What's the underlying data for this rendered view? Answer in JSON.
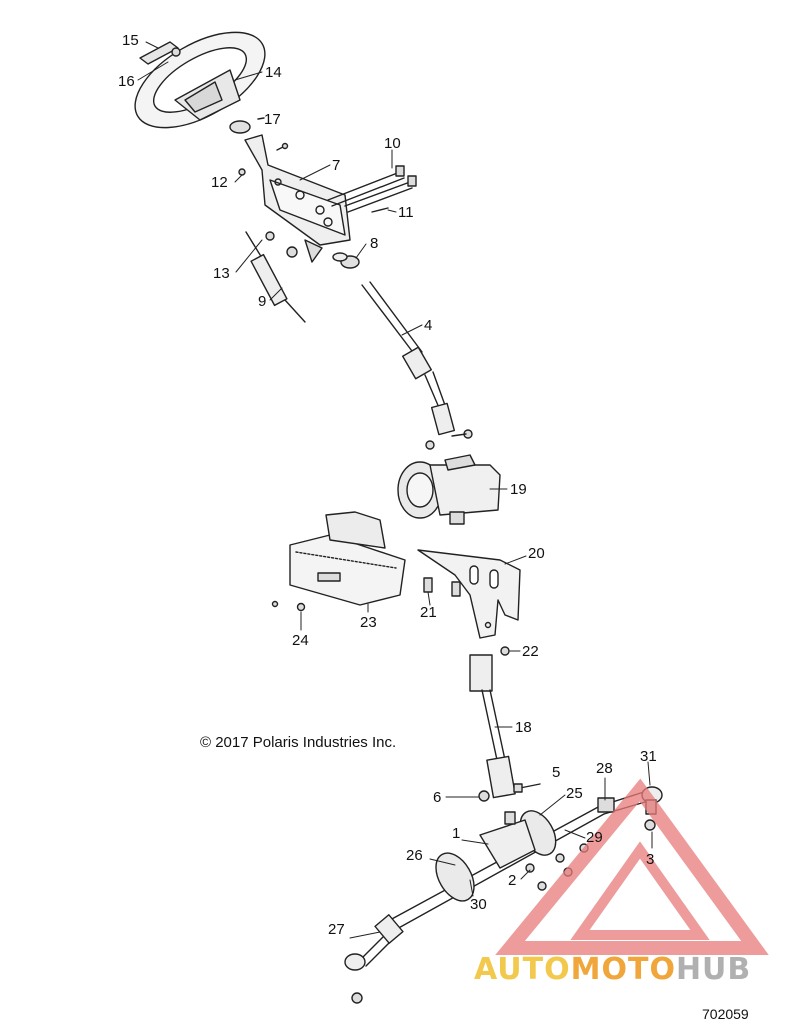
{
  "callouts": {
    "c1": "1",
    "c2": "2",
    "c3": "3",
    "c4": "4",
    "c5": "5",
    "c6": "6",
    "c7": "7",
    "c8": "8",
    "c9": "9",
    "c10": "10",
    "c11": "11",
    "c12": "12",
    "c13": "13",
    "c14": "14",
    "c15": "15",
    "c16": "16",
    "c17": "17",
    "c18": "18",
    "c19": "19",
    "c20": "20",
    "c21": "21",
    "c22": "22",
    "c23": "23",
    "c24": "24",
    "c25": "25",
    "c26": "26",
    "c27": "27",
    "c28": "28",
    "c29": "29",
    "c30": "30",
    "c31": "31"
  },
  "copyright": "© 2017 Polaris Industries Inc.",
  "figure_number": "702059",
  "watermark": {
    "text_part1": "AUTO",
    "text_part2": "MOTO",
    "text_part3": "HUB",
    "colors": {
      "triangle": "#e87a7a",
      "auto": "#f2c94c",
      "moto": "#f0a63a",
      "hub": "#b0b0b0"
    }
  }
}
